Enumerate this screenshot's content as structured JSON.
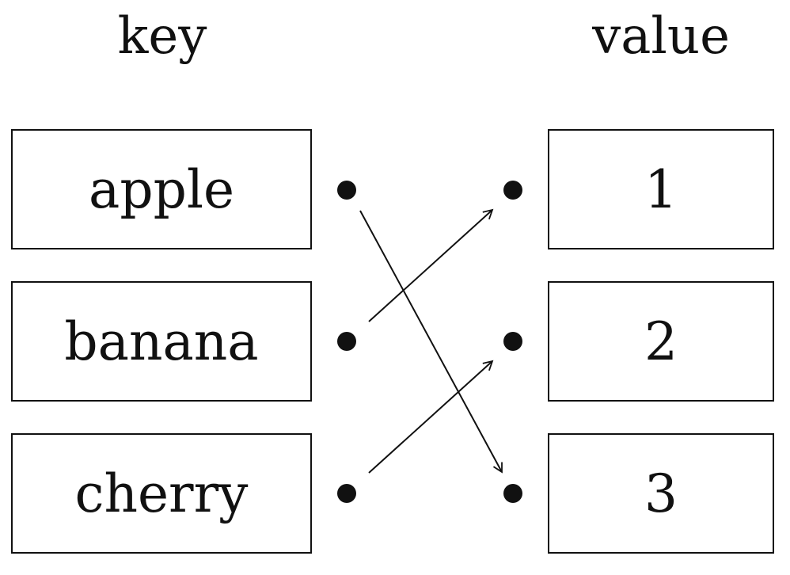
{
  "headers": {
    "key": "key",
    "value": "value"
  },
  "keys": [
    "apple",
    "banana",
    "cherry"
  ],
  "values": [
    "1",
    "2",
    "3"
  ],
  "mapping": [
    {
      "from": "apple",
      "to": "3"
    },
    {
      "from": "banana",
      "to": "1"
    },
    {
      "from": "cherry",
      "to": "2"
    }
  ],
  "colors": {
    "stroke": "#111111",
    "background": "#ffffff"
  }
}
